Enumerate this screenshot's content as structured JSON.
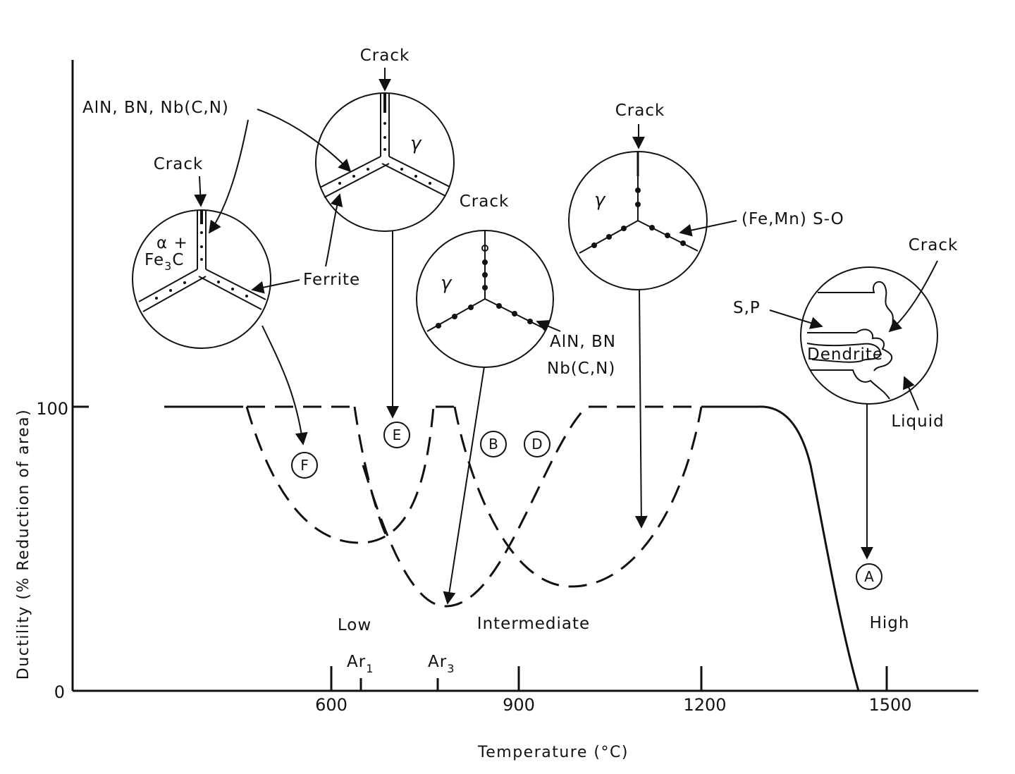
{
  "chart_data": {
    "type": "line",
    "title": "",
    "xlabel": "Temperature (°C)",
    "ylabel": "Ductility (% Reduction of area)",
    "x_ticks": [
      "600",
      "900",
      "1200",
      "1500"
    ],
    "y_ticks": [
      "0",
      "100"
    ],
    "critical_points": [
      {
        "label": "Ar",
        "subscript": "1"
      },
      {
        "label": "Ar",
        "subscript": "3"
      }
    ],
    "regions": [
      "Low",
      "Intermediate",
      "High"
    ],
    "troughs": [
      "A",
      "B",
      "D",
      "E",
      "F"
    ]
  },
  "insets": {
    "crack": "Crack",
    "precipitates_1": "AlN, BN, Nb(C,N)",
    "precipitates_2a": "AlN, BN",
    "precipitates_2b": "Nb(C,N)",
    "ferrite": "Ferrite",
    "alpha_plus": "α +",
    "fe": "Fe",
    "fe_sub": "3",
    "fe_c": "C",
    "gamma": "γ",
    "sulfide": "(Fe,Mn) S-O",
    "sp": "S,P",
    "dendrite": "Dendrite",
    "liquid": "Liquid"
  },
  "colors": {
    "ink": "#111111",
    "background": "#ffffff"
  }
}
